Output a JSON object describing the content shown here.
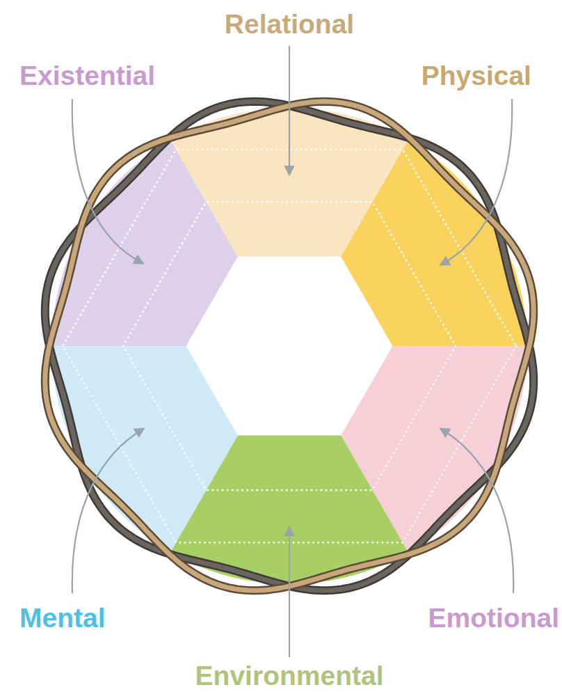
{
  "diagram": {
    "labels": [
      "Relational",
      "Existential",
      "Physical",
      "Mental",
      "Emotional",
      "Environmental"
    ]
  }
}
